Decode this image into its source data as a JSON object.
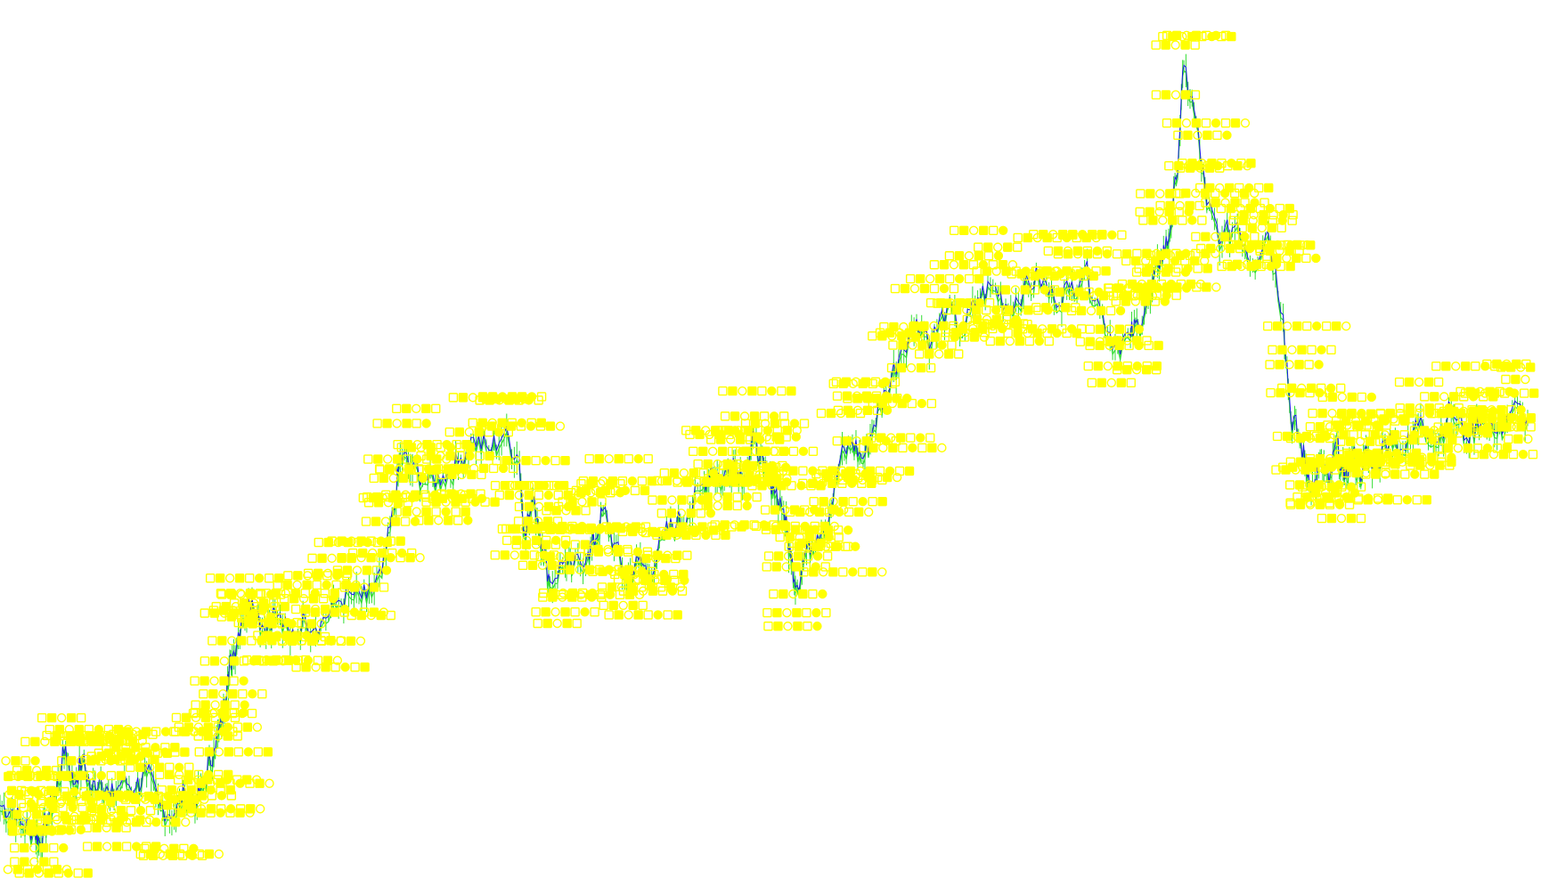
{
  "colors": {
    "background": "#ffffff",
    "price_line": "#1a1ae6",
    "indicator_line": "#33dd33",
    "markers": "#ffff00"
  },
  "chart_data": {
    "type": "line",
    "title": "",
    "xlabel": "",
    "ylabel": "",
    "grid": false,
    "legend": "none",
    "ylim": [
      0,
      100
    ],
    "xlim": [
      0,
      100
    ],
    "series": [
      {
        "values": [
          [
            0,
            9.0
          ],
          [
            0.8,
            8.5
          ],
          [
            1.5,
            6.8
          ],
          [
            2.3,
            6.0
          ],
          [
            2.6,
            4.7
          ],
          [
            3.1,
            7.5
          ],
          [
            3.7,
            11.0
          ],
          [
            4.3,
            16.0
          ],
          [
            4.8,
            11.5
          ],
          [
            5.4,
            14.5
          ],
          [
            6.0,
            10.8
          ],
          [
            6.6,
            12.5
          ],
          [
            7.2,
            9.8
          ],
          [
            8.0,
            12.0
          ],
          [
            8.9,
            11.2
          ],
          [
            9.6,
            13.0
          ],
          [
            10.5,
            9.0
          ],
          [
            11.4,
            8.0
          ],
          [
            12.1,
            10.5
          ],
          [
            12.9,
            9.5
          ],
          [
            13.4,
            12.0
          ],
          [
            14.0,
            15.8
          ],
          [
            14.5,
            18.5
          ],
          [
            14.9,
            24.5
          ],
          [
            15.2,
            26.5
          ],
          [
            15.8,
            31.0
          ],
          [
            16.5,
            33.5
          ],
          [
            17.3,
            30.0
          ],
          [
            18.0,
            32.0
          ],
          [
            19.0,
            29.0
          ],
          [
            20.0,
            31.0
          ],
          [
            21.0,
            30.5
          ],
          [
            22.0,
            33.0
          ],
          [
            23.0,
            34.0
          ],
          [
            24.0,
            33.5
          ],
          [
            25.0,
            36.5
          ],
          [
            25.8,
            44.0
          ],
          [
            26.2,
            50.5
          ],
          [
            27.0,
            49.0
          ],
          [
            28.0,
            47.5
          ],
          [
            29.0,
            48.0
          ],
          [
            30.0,
            49.5
          ],
          [
            31.0,
            52.5
          ],
          [
            32.0,
            51.0
          ],
          [
            33.0,
            53.0
          ],
          [
            34.0,
            50.0
          ],
          [
            34.3,
            41.5
          ],
          [
            35.0,
            45.0
          ],
          [
            35.5,
            40.0
          ],
          [
            36.0,
            35.5
          ],
          [
            37.0,
            38.0
          ],
          [
            37.5,
            37.0
          ],
          [
            38.5,
            39.0
          ],
          [
            39.0,
            40.5
          ],
          [
            39.5,
            44.0
          ],
          [
            40.2,
            40.0
          ],
          [
            41.0,
            36.0
          ],
          [
            41.8,
            38.0
          ],
          [
            42.5,
            36.5
          ],
          [
            43.5,
            41.0
          ],
          [
            44.3,
            42.5
          ],
          [
            45.0,
            43.5
          ],
          [
            46.0,
            47.0
          ],
          [
            46.6,
            49.0
          ],
          [
            47.3,
            47.5
          ],
          [
            48.0,
            50.0
          ],
          [
            48.7,
            48.0
          ],
          [
            49.4,
            52.5
          ],
          [
            50.0,
            49.0
          ],
          [
            50.6,
            47.0
          ],
          [
            51.3,
            44.0
          ],
          [
            51.8,
            38.0
          ],
          [
            52.2,
            35.0
          ],
          [
            52.8,
            39.5
          ],
          [
            53.5,
            41.0
          ],
          [
            54.3,
            43.5
          ],
          [
            55.0,
            50.0
          ],
          [
            55.8,
            52.0
          ],
          [
            56.5,
            50.0
          ],
          [
            57.2,
            54.0
          ],
          [
            58.0,
            58.0
          ],
          [
            59.0,
            63.0
          ],
          [
            60.0,
            66.5
          ],
          [
            61.0,
            64.0
          ],
          [
            62.0,
            68.0
          ],
          [
            63.0,
            65.0
          ],
          [
            64.0,
            69.0
          ],
          [
            65.0,
            70.5
          ],
          [
            66.0,
            68.0
          ],
          [
            67.0,
            70.0
          ],
          [
            68.0,
            71.5
          ],
          [
            69.0,
            69.0
          ],
          [
            70.0,
            70.0
          ],
          [
            71.0,
            72.5
          ],
          [
            72.0,
            68.0
          ],
          [
            73.0,
            63.5
          ],
          [
            74.0,
            64.5
          ],
          [
            74.5,
            66.0
          ],
          [
            75.3,
            69.5
          ],
          [
            76.0,
            74.0
          ],
          [
            76.5,
            76.0
          ],
          [
            77.0,
            83.0
          ],
          [
            77.5,
            96.5
          ],
          [
            78.3,
            90.0
          ],
          [
            79.0,
            80.0
          ],
          [
            80.0,
            76.0
          ],
          [
            81.0,
            78.0
          ],
          [
            82.0,
            73.0
          ],
          [
            83.0,
            77.0
          ],
          [
            84.0,
            67.0
          ],
          [
            84.5,
            55.0
          ],
          [
            85.0,
            53.0
          ],
          [
            85.5,
            49.0
          ],
          [
            86.0,
            46.5
          ],
          [
            86.5,
            50.0
          ],
          [
            87.0,
            47.0
          ],
          [
            87.5,
            52.0
          ],
          [
            88.0,
            47.5
          ],
          [
            88.5,
            51.0
          ],
          [
            89.0,
            48.0
          ],
          [
            89.5,
            51.0
          ],
          [
            90.0,
            49.0
          ],
          [
            91.0,
            53.0
          ],
          [
            92.0,
            51.0
          ],
          [
            93.0,
            55.0
          ],
          [
            94.0,
            52.0
          ],
          [
            95.0,
            56.0
          ],
          [
            96.0,
            52.5
          ],
          [
            97.0,
            55.0
          ],
          [
            98.0,
            53.0
          ],
          [
            99.0,
            56.0
          ],
          [
            100.0,
            55.0
          ]
        ]
      }
    ]
  }
}
